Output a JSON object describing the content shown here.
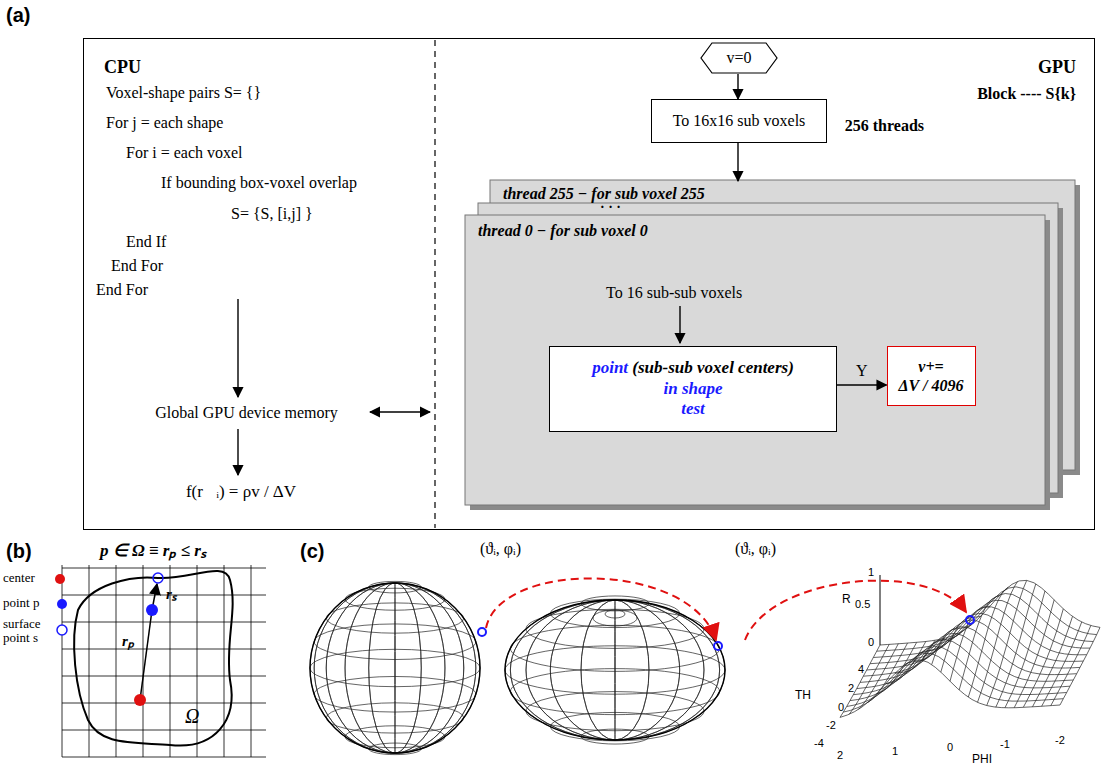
{
  "diagram": {
    "nodes": [
      {
        "text": [
          "CPU",
          "GPU",
          "Block ---- S{k}",
          "256 threads"
        ]
      },
      {
        "text": [
          "Voxel-shape pairs S= {}",
          "For j = each shape",
          "For i = each voxel",
          "If bounding box-voxel overlap",
          "S= {S, [i,j] }",
          "End If",
          "End For",
          "End For"
        ],
        "in": 0
      },
      {
        "text": [
          "Global GPU device memory"
        ],
        "in": 0
      },
      {
        "text": [
          "f(r⃗ᵢ) = ρv / ΔV"
        ],
        "in": 0
      },
      {
        "text": [
          "v=0"
        ],
        "in": 0
      },
      {
        "text": [
          "To 16x16 sub voxels"
        ],
        "in": 0
      },
      {
        "text": [
          "thread 255 − for sub voxel 255"
        ],
        "in": 0
      },
      {
        "text": [
          "thread 0 − for sub voxel 0",
          "To 16 sub-sub voxels"
        ],
        "in": 0
      },
      {
        "text": [
          "point",
          "(sub-sub voxel centers)",
          "in shape",
          "test"
        ],
        "in": 7
      },
      {
        "text": [
          "v+=",
          "ΔV / 4096"
        ],
        "in": 7
      }
    ],
    "edges": [
      {
        "from": 1,
        "to": 2,
        "arrow": "to"
      },
      {
        "from": 2,
        "to": 3,
        "arrow": "to"
      },
      {
        "from": 4,
        "to": 5,
        "arrow": "to"
      },
      {
        "from": 5,
        "to": 6,
        "arrow": "to"
      },
      {
        "from": 8,
        "to": 9,
        "label": "Y",
        "arrow": "to"
      }
    ],
    "labels": [
      "(a)",
      "· · ·",
      "(b)",
      "p ∈ Ω ≡ rₚ ≤ rₛ",
      "center",
      "point p",
      "surface point s",
      "rₛ",
      "rₚ",
      "Ω",
      "(c)",
      "(ϑᵢ, φᵢ)",
      "(ϑᵢ, φᵢ)",
      "R",
      "1",
      "0.5",
      "0",
      "TH",
      "4",
      "2",
      "0",
      "-2",
      "-4",
      "PHI",
      "2",
      "1",
      "0",
      "-1",
      "-2"
    ]
  }
}
